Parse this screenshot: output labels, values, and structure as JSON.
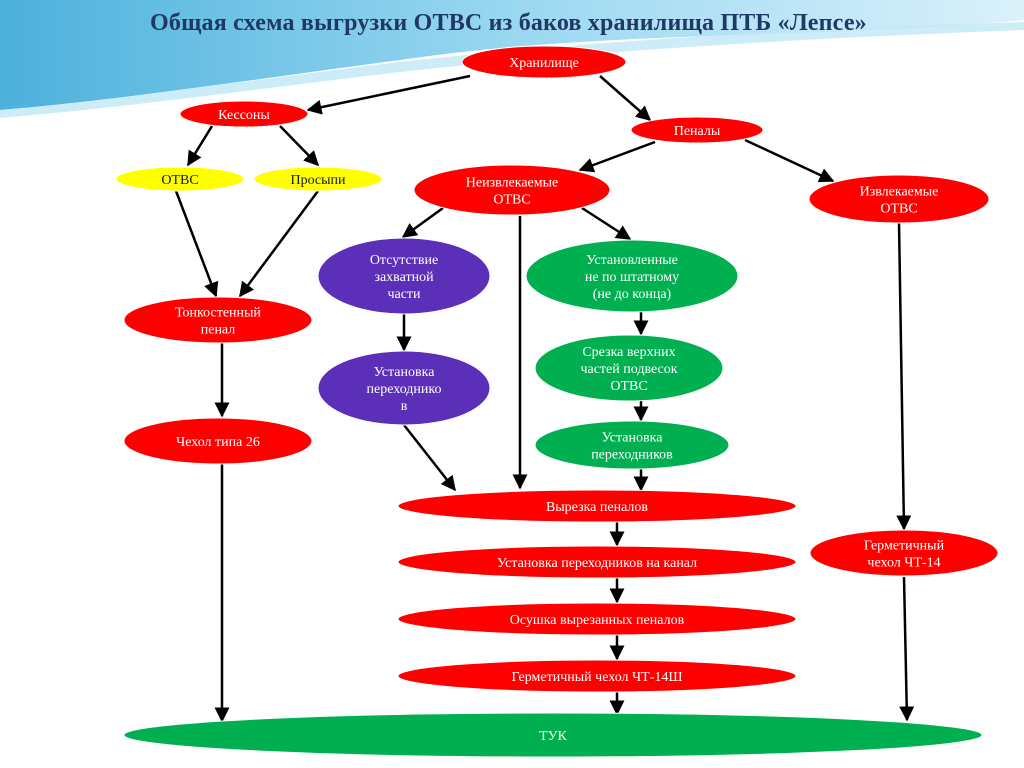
{
  "title": "Общая схема выгрузки ОТВС из баков хранилища ПТБ «Лепсе»",
  "colors": {
    "red": "#ff0000",
    "yellow": "#ffff00",
    "green": "#00b050",
    "purple": "#5b2fb8",
    "title": "#1f3864"
  },
  "nodes": [
    {
      "id": "storage",
      "lines": [
        "Хранилище"
      ],
      "color": "red"
    },
    {
      "id": "caissons",
      "lines": [
        "Кессоны"
      ],
      "color": "red"
    },
    {
      "id": "cases",
      "lines": [
        "Пеналы"
      ],
      "color": "red"
    },
    {
      "id": "otvs",
      "lines": [
        "ОТВС"
      ],
      "color": "yellow"
    },
    {
      "id": "spills",
      "lines": [
        "Просыпи"
      ],
      "color": "yellow"
    },
    {
      "id": "nonremovable",
      "lines": [
        "Неизвлекаемые",
        "ОТВС"
      ],
      "color": "red"
    },
    {
      "id": "removable",
      "lines": [
        "Извлекаемые",
        "ОТВС"
      ],
      "color": "red"
    },
    {
      "id": "nograb",
      "lines": [
        "Отсутствие",
        "захватной",
        "части"
      ],
      "color": "purple"
    },
    {
      "id": "nonstandard",
      "lines": [
        "Установленные",
        "не по штатному",
        "(не до конца)"
      ],
      "color": "green"
    },
    {
      "id": "thinwall",
      "lines": [
        "Тонкостенный",
        "пенал"
      ],
      "color": "red"
    },
    {
      "id": "adapter_install",
      "lines": [
        "Установка",
        "переходнико",
        "в"
      ],
      "color": "purple"
    },
    {
      "id": "cut_tops",
      "lines": [
        "Срезка верхних",
        "частей подвесок",
        "ОТВС"
      ],
      "color": "green"
    },
    {
      "id": "cover26",
      "lines": [
        "Чехол типа 26"
      ],
      "color": "red"
    },
    {
      "id": "adapters",
      "lines": [
        "Установка",
        "переходников"
      ],
      "color": "green"
    },
    {
      "id": "cut_cases",
      "lines": [
        "Вырезка пеналов"
      ],
      "color": "red"
    },
    {
      "id": "sealed14",
      "lines": [
        "Герметичный",
        "чехол ЧТ-14"
      ],
      "color": "red"
    },
    {
      "id": "adapter_channel",
      "lines": [
        "Установка переходников на канал"
      ],
      "color": "red"
    },
    {
      "id": "dry",
      "lines": [
        "Осушка вырезанных пеналов"
      ],
      "color": "red"
    },
    {
      "id": "sealed14sh",
      "lines": [
        "Герметичный чехол ЧТ-14Ш"
      ],
      "color": "red"
    },
    {
      "id": "tuk",
      "lines": [
        "ТУК"
      ],
      "color": "green"
    }
  ],
  "edges": [
    [
      "storage",
      "caissons"
    ],
    [
      "storage",
      "cases"
    ],
    [
      "caissons",
      "otvs"
    ],
    [
      "caissons",
      "spills"
    ],
    [
      "cases",
      "nonremovable"
    ],
    [
      "cases",
      "removable"
    ],
    [
      "otvs",
      "thinwall"
    ],
    [
      "spills",
      "thinwall"
    ],
    [
      "thinwall",
      "cover26"
    ],
    [
      "cover26",
      "tuk"
    ],
    [
      "nonremovable",
      "nograb"
    ],
    [
      "nonremovable",
      "cut_cases"
    ],
    [
      "nonremovable",
      "nonstandard"
    ],
    [
      "nograb",
      "adapter_install"
    ],
    [
      "adapter_install",
      "cut_cases"
    ],
    [
      "nonstandard",
      "cut_tops"
    ],
    [
      "cut_tops",
      "adapters"
    ],
    [
      "adapters",
      "cut_cases"
    ],
    [
      "cut_cases",
      "adapter_channel"
    ],
    [
      "adapter_channel",
      "dry"
    ],
    [
      "dry",
      "sealed14sh"
    ],
    [
      "sealed14sh",
      "tuk"
    ],
    [
      "removable",
      "sealed14"
    ],
    [
      "sealed14",
      "tuk"
    ]
  ]
}
